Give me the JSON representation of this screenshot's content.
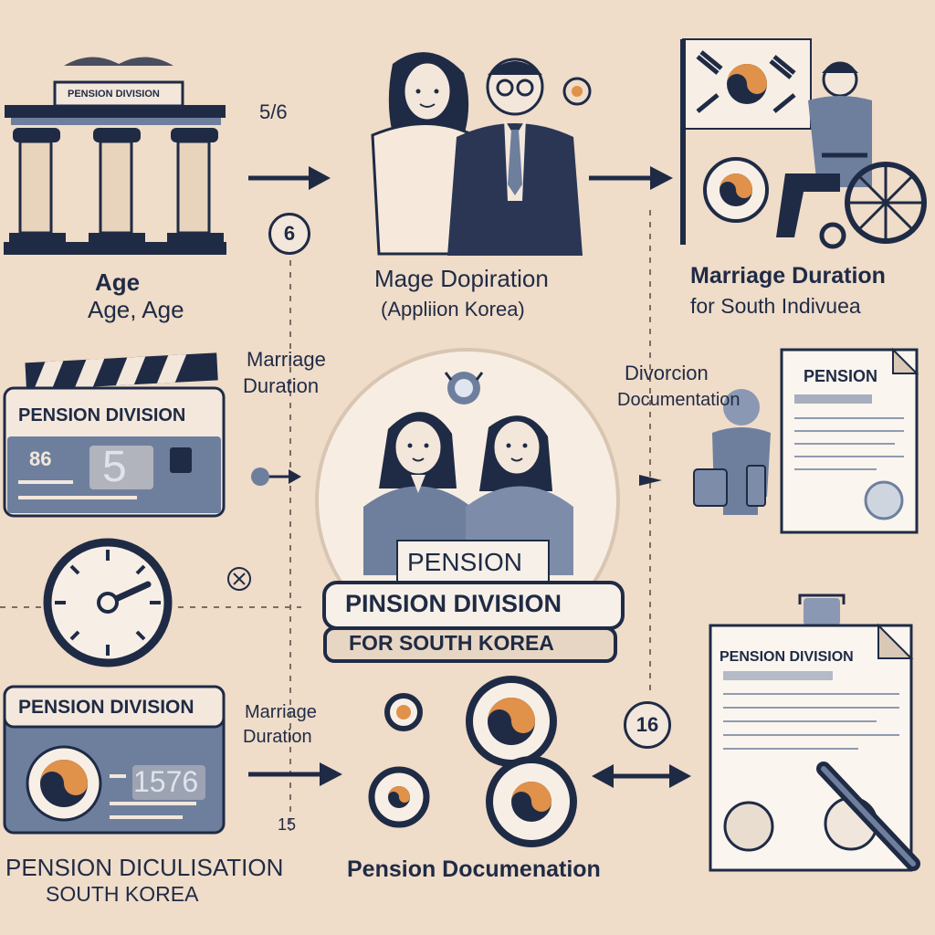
{
  "top_left": {
    "building_sign": "PENSION DIVISION",
    "number": "5/6",
    "label_title": "Age",
    "label_sub": "Age, Age"
  },
  "top_middle": {
    "badge": "6",
    "label_title": "Mage  Dopiration",
    "label_sub": "(Appliion Korea)"
  },
  "top_right": {
    "label_title": "Marriage Duration",
    "label_sub": "for South Indivuea"
  },
  "middle_left": {
    "side_label_1": "Marriage",
    "side_label_2": "Duration",
    "card_title": "PENSION DIVISION",
    "card_code": "86",
    "card_number": "5"
  },
  "center": {
    "banner_top": "PENSION",
    "banner_main": "PINSION DIVISION",
    "banner_sub": "FOR SOUTH KOREA"
  },
  "middle_right": {
    "label_1": "Divorcion",
    "label_2": "Documentation",
    "document_title": "PENSION"
  },
  "bottom_left": {
    "card_title": "PENSION DIVISION",
    "card_number": "1576",
    "side_label_1": "Marriage",
    "side_label_2": "Duration",
    "number_small": "15",
    "caption_1": "PENSION DICULISATION",
    "caption_2": "SOUTH KOREA"
  },
  "bottom_middle": {
    "caption": "Pension Documenation"
  },
  "bottom_right": {
    "badge": "16",
    "document_title": "PENSION DIVISION"
  },
  "colors": {
    "background": "#efdcc9",
    "navy": "#1f2b45",
    "slate": "#6e7f9e",
    "accent_orange": "#e0914a"
  }
}
